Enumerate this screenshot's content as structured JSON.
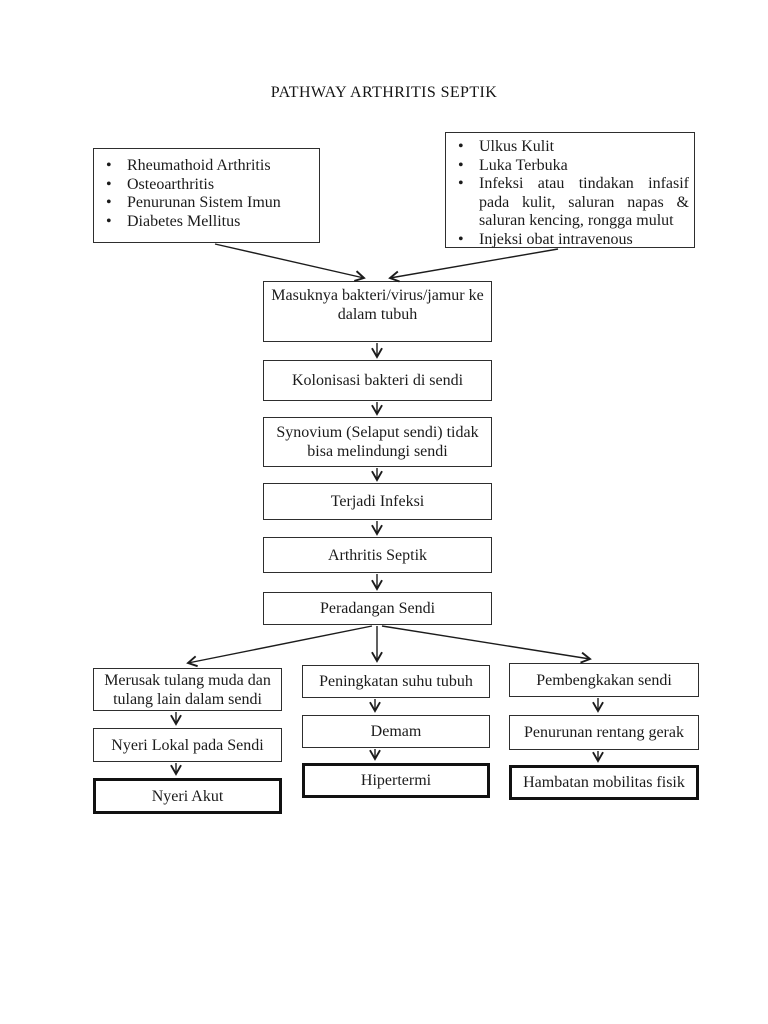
{
  "page": {
    "title": "PATHWAY ARTHRITIS SEPTIK"
  },
  "risk_factors": {
    "items": [
      "Rheumathoid Arthritis",
      "Osteoarthritis",
      "Penurunan Sistem Imun",
      "Diabetes Mellitus"
    ]
  },
  "entry_routes": {
    "items": [
      "Ulkus Kulit",
      "Luka Terbuka",
      "Infeksi atau tindakan infasif pada kulit, saluran napas & saluran kencing, rongga mulut",
      "Injeksi obat intravenous"
    ]
  },
  "pathway": {
    "entry": "Masuknya bakteri/virus/jamur ke dalam tubuh",
    "colonization": "Kolonisasi bakteri di sendi",
    "synovium": "Synovium (Selaput sendi) tidak bisa melindungi sendi",
    "infection": "Terjadi Infeksi",
    "septic_arthritis": "Arthritis Septik",
    "inflammation": "Peradangan Sendi"
  },
  "branches": {
    "left": {
      "step1": "Merusak tulang muda dan tulang lain dalam sendi",
      "step2": "Nyeri Lokal pada Sendi",
      "diagnosis": "Nyeri Akut"
    },
    "middle": {
      "step1": "Peningkatan suhu tubuh",
      "step2": "Demam",
      "diagnosis": "Hipertermi"
    },
    "right": {
      "step1": "Pembengkakan sendi",
      "step2": "Penurunan rentang gerak",
      "diagnosis": "Hambatan mobilitas fisik"
    }
  },
  "colors": {
    "ink": "#1c1c1c",
    "paper": "#ffffff"
  }
}
